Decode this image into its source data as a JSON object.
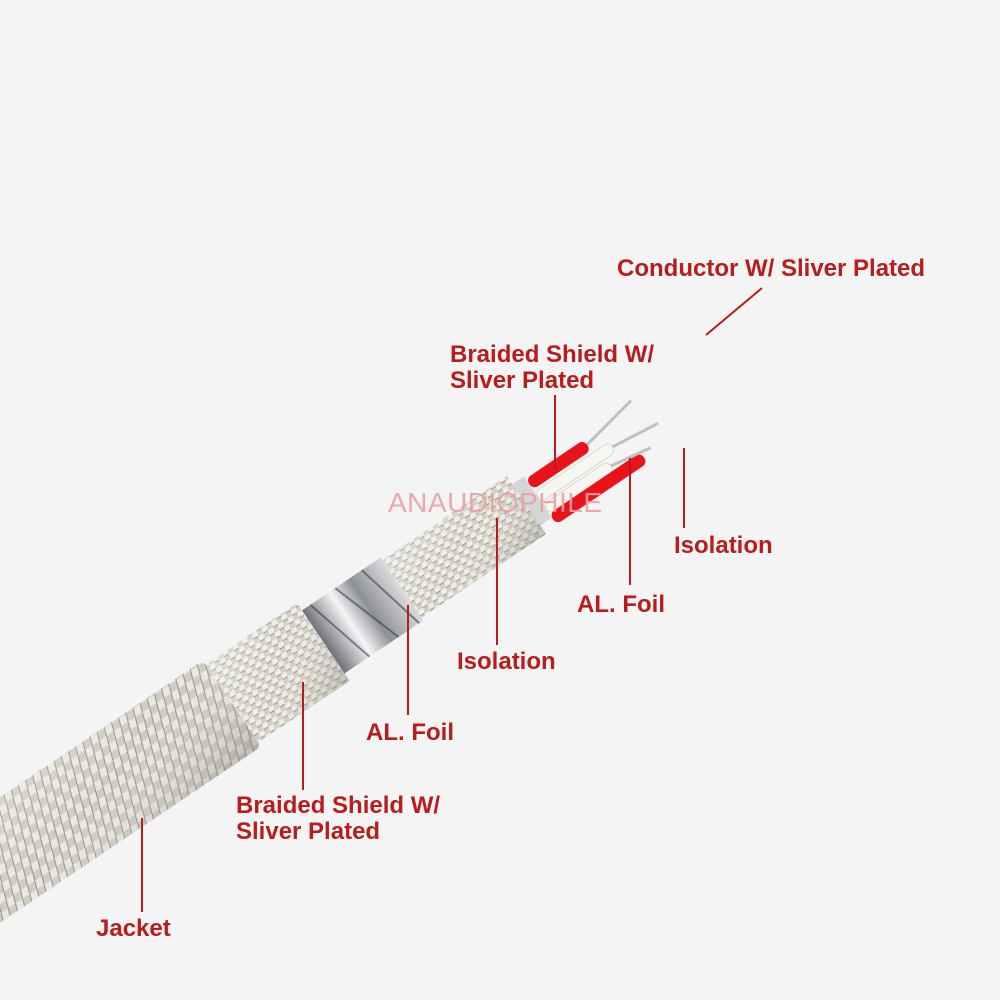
{
  "colors": {
    "label": "#b81d1d",
    "leader_line": "#b81d1d",
    "watermark": "#e5a3a3",
    "background": "#f4f4f4",
    "conductor_red": "#e8141a",
    "conductor_white": "#f6f6f2",
    "braid_silver": "#c9c6bb",
    "foil": "#a9acb0"
  },
  "watermark": "ANAUDIOPHILE",
  "labels": {
    "conductor": "Conductor W/ Sliver Plated",
    "inner_braid_line1": "Braided Shield W/",
    "inner_braid_line2": "Sliver Plated",
    "inner_isolation": "Isolation",
    "inner_foil": "AL. Foil",
    "middle_isolation": "Isolation",
    "outer_foil": "AL. Foil",
    "outer_braid_line1": "Braided Shield W/",
    "outer_braid_line2": "Sliver Plated",
    "jacket": "Jacket"
  }
}
